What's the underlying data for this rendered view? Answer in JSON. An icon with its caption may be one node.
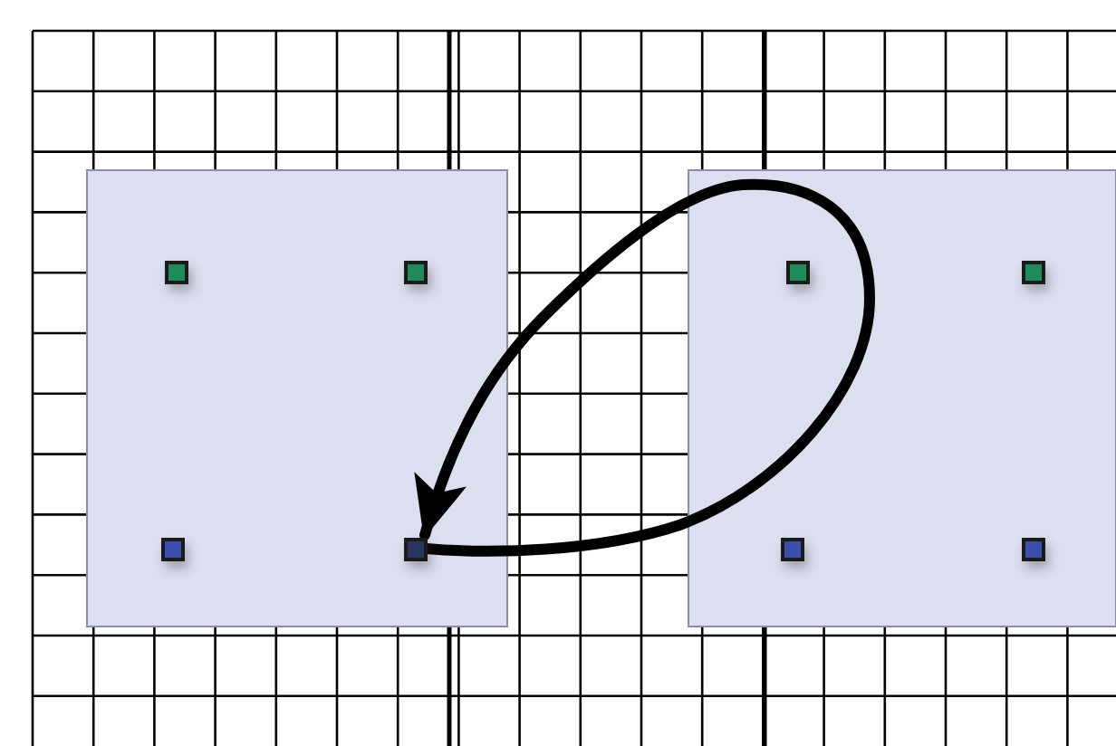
{
  "diagram": {
    "nodes": [
      {
        "text": [],
        "shape": "box"
      },
      {
        "text": [],
        "shape": "box"
      },
      {
        "text": [],
        "shape": "box"
      },
      {
        "text": [],
        "shape": "box"
      },
      {
        "text": [],
        "shape": "box"
      },
      {
        "text": [],
        "shape": "box"
      },
      {
        "text": [],
        "shape": "box"
      },
      {
        "text": [],
        "shape": "box"
      }
    ],
    "edges": [
      {
        "from": 5,
        "to": 5,
        "arrow": "to"
      }
    ]
  }
}
